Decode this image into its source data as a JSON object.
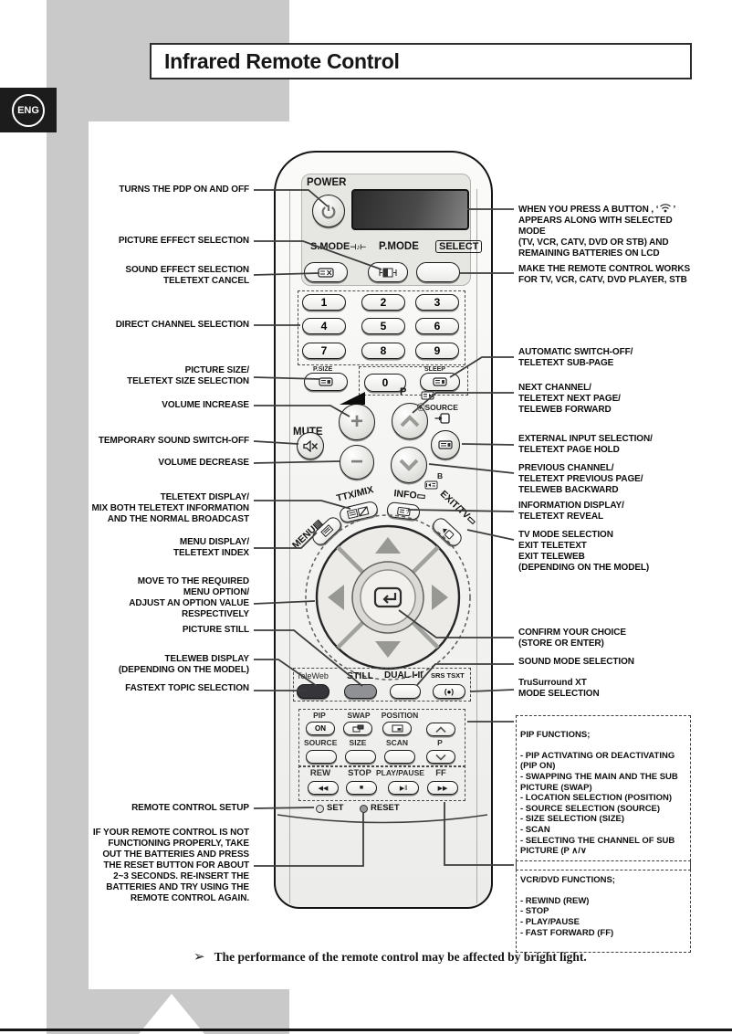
{
  "page": {
    "badge": "ENG",
    "title": "Infrared Remote Control",
    "note_arrow": "➢",
    "note": "The performance of the remote control may be affected by bright light."
  },
  "left_labels": [
    {
      "text": "TURNS THE PDP ON AND OFF"
    },
    {
      "text": "PICTURE EFFECT SELECTION"
    },
    {
      "text": "SOUND EFFECT SELECTION\nTELETEXT CANCEL"
    },
    {
      "text": "DIRECT CHANNEL SELECTION"
    },
    {
      "text": "PICTURE SIZE/\nTELETEXT SIZE SELECTION"
    },
    {
      "text": "VOLUME INCREASE"
    },
    {
      "text": "TEMPORARY SOUND SWITCH-OFF"
    },
    {
      "text": "VOLUME DECREASE"
    },
    {
      "text": "TELETEXT DISPLAY/\nMIX BOTH TELETEXT INFORMATION\nAND THE NORMAL BROADCAST"
    },
    {
      "text": "MENU DISPLAY/\nTELETEXT INDEX"
    },
    {
      "text": "MOVE TO THE REQUIRED\nMENU OPTION/\nADJUST AN OPTION VALUE\nRESPECTIVELY"
    },
    {
      "text": "PICTURE STILL"
    },
    {
      "text": "TELEWEB DISPLAY\n(DEPENDING ON THE MODEL)"
    },
    {
      "text": "FASTEXT TOPIC SELECTION"
    },
    {
      "text": "REMOTE CONTROL SETUP"
    },
    {
      "text": "IF YOUR REMOTE CONTROL IS NOT\nFUNCTIONING PROPERLY, TAKE\nOUT THE BATTERIES AND PRESS\nTHE RESET BUTTON FOR ABOUT\n2~3 SECONDS. RE-INSERT THE\nBATTERIES AND TRY  USING THE\nREMOTE CONTROL AGAIN."
    }
  ],
  "right_labels": [
    {
      "pre": "WHEN YOU PRESS A BUTTON , ‘",
      "post": "’",
      "rest": "APPEARS ALONG WITH SELECTED MODE\n(TV, VCR, CATV, DVD OR STB) AND\nREMAINING BATTERIES ON LCD"
    },
    {
      "text": "MAKE THE REMOTE CONTROL WORKS\nFOR TV, VCR, CATV, DVD PLAYER, STB"
    },
    {
      "text": "AUTOMATIC SWITCH-OFF/\nTELETEXT SUB-PAGE"
    },
    {
      "text": "NEXT CHANNEL/\nTELETEXT NEXT PAGE/\nTELEWEB FORWARD"
    },
    {
      "text": "EXTERNAL INPUT SELECTION/\nTELETEXT PAGE HOLD"
    },
    {
      "text": "PREVIOUS CHANNEL/\nTELETEXT PREVIOUS PAGE/\nTELEWEB BACKWARD"
    },
    {
      "text": "INFORMATION DISPLAY/\nTELETEXT REVEAL"
    },
    {
      "text": "TV MODE SELECTION\nEXIT TELETEXT\nEXIT TELEWEB\n(DEPENDING ON THE MODEL)"
    },
    {
      "text": "CONFIRM YOUR CHOICE\n(STORE OR ENTER)"
    },
    {
      "text": "SOUND MODE SELECTION"
    },
    {
      "text": "TruSurround XT\nMODE SELECTION"
    }
  ],
  "pip_box": {
    "title": "PIP FUNCTIONS;",
    "items": "- PIP ACTIVATING OR DEACTIVATING\n   (PIP ON)\n- SWAPPING THE MAIN AND THE SUB\n   PICTURE (SWAP)\n- LOCATION SELECTION (POSITION)\n- SOURCE SELECTION (SOURCE)\n- SIZE SELECTION (SIZE)\n- SCAN\n- SELECTING THE CHANNEL OF SUB\n   PICTURE (P ∧/∨"
  },
  "vcr_box": {
    "title": "VCR/DVD FUNCTIONS;",
    "items": "- REWIND (REW)\n- STOP\n- PLAY/PAUSE\n- FAST FORWARD (FF)"
  },
  "remote": {
    "power": "POWER",
    "s_mode": "S.MODE",
    "s_mode_icon": "⊣♪⊢",
    "p_mode": "P.MODE",
    "select": "SELECT",
    "digits": [
      "1",
      "2",
      "3",
      "4",
      "5",
      "6",
      "7",
      "8",
      "9",
      "0"
    ],
    "p_size": "P.SIZE",
    "sleep": "SLEEP",
    "p": "P",
    "b": "B",
    "mute": "MUTE",
    "plus": "+",
    "minus": "−",
    "source_label": "ⒻSOURCE",
    "menu": "MENU",
    "ttx_mix": "TTX/MIX",
    "info": "INFO",
    "exit_tv": "EXIT/TV",
    "teleweb": "TeleWeb",
    "still": "STILL",
    "dual": "DUAL I-II",
    "srs": "SRS TSXT",
    "srs_icon": "(●)",
    "pip": "PIP",
    "on": "ON",
    "swap": "SWAP",
    "position": "POSITION",
    "source2": "SOURCE",
    "size": "SIZE",
    "scan": "SCAN",
    "p2": "P",
    "rew": "REW",
    "stop": "STOP",
    "play_pause": "PLAY/PAUSE",
    "ff": "FF",
    "rew_icon": "◀◀",
    "stop_icon": "■",
    "play_icon": "▶‖",
    "ff_icon": "▶▶",
    "set": "SET",
    "reset": "RESET"
  }
}
